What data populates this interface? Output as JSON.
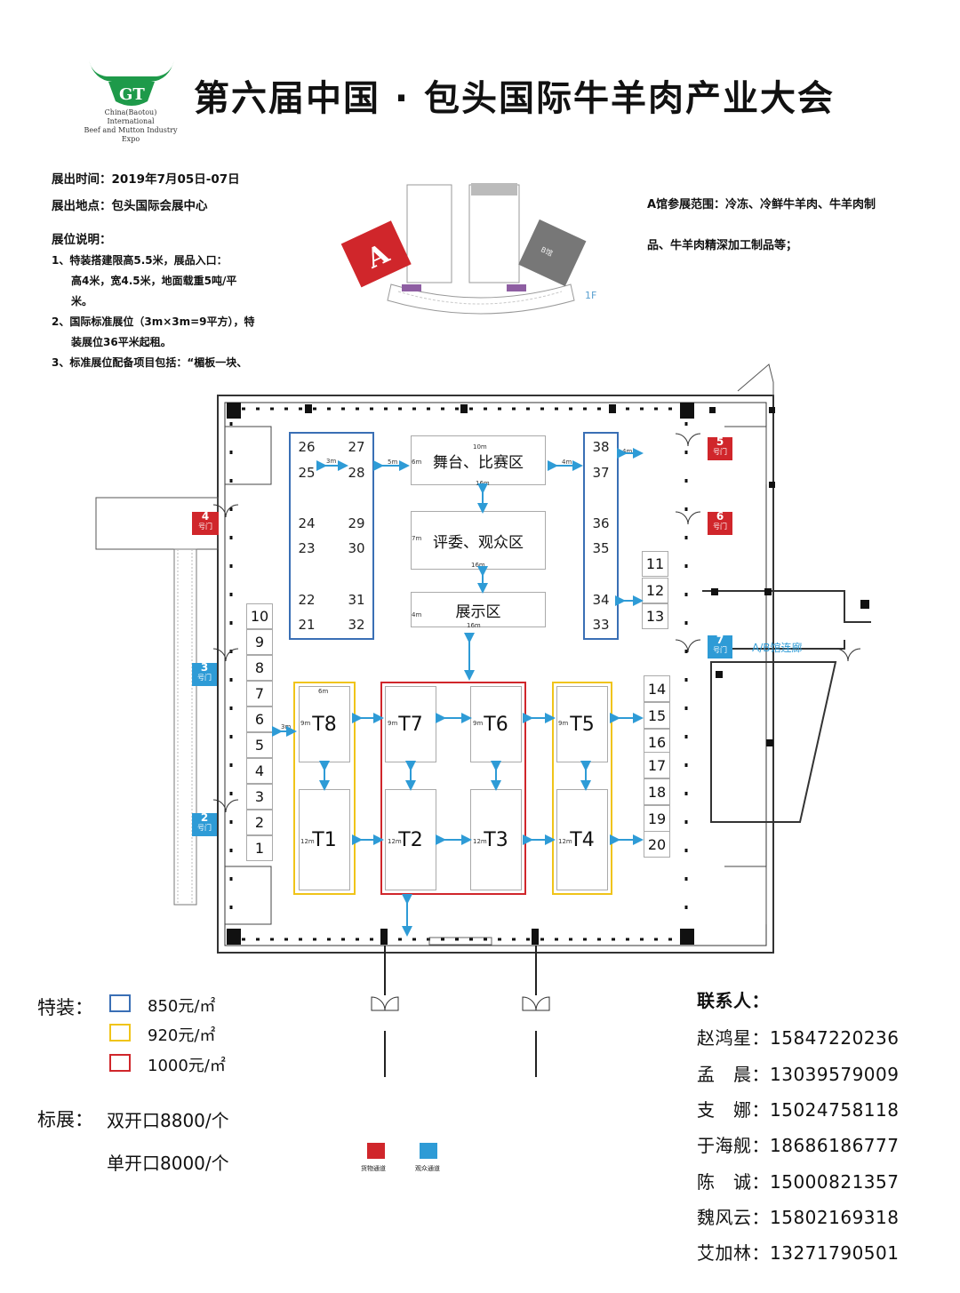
{
  "header": {
    "title": "第六届中国 · 包头国际牛羊肉产业大会",
    "logo_text": [
      "China(Baotou) International",
      "Beef and Mutton Industry",
      "Expo"
    ]
  },
  "info": {
    "time": "展出时间：2019年7月05日-07日",
    "place": "展出地点：包头国际会展中心",
    "booth_title": "展位说明：",
    "notes": [
      "1、特装搭建限高5.5米，展品入口：",
      "高4米，宽4.5米，地面载重5吨/平",
      "米。",
      "2、国际标准展位（3m×3m=9平方），特",
      "装展位36平米起租。",
      "3、标准展位配备项目包括：“楣板一块、"
    ]
  },
  "scope": {
    "line1": "A馆参展范围：冷冻、冷鲜牛羊肉、牛羊肉制",
    "line2": "品、牛羊肉精深加工制品等；"
  },
  "minimap": {
    "hall_label": "A",
    "other_label": "B馆",
    "floor": "1F"
  },
  "floorplan": {
    "blue_left": [
      [
        "26",
        "27"
      ],
      [
        "25",
        "28"
      ],
      [
        "24",
        "29"
      ],
      [
        "23",
        "30"
      ],
      [
        "22",
        "31"
      ],
      [
        "21",
        "32"
      ]
    ],
    "blue_right": [
      "38",
      "37",
      "36",
      "35",
      "34",
      "33"
    ],
    "left_column": [
      "10",
      "9",
      "8",
      "7",
      "6",
      "5",
      "4",
      "3",
      "2",
      "1"
    ],
    "right_column_top": [
      "11",
      "12",
      "13"
    ],
    "right_column_bottom": [
      "14",
      "15",
      "16",
      "17",
      "18",
      "19",
      "20"
    ],
    "zones": {
      "stage": "舞台、比赛区",
      "judges": "评委、观众区",
      "display": "展示区"
    },
    "t_top": [
      "T8",
      "T7",
      "T6",
      "T5"
    ],
    "t_bottom": [
      "T1",
      "T2",
      "T3",
      "T4"
    ],
    "gates": [
      {
        "num": "4",
        "label": "号门"
      },
      {
        "num": "5",
        "label": "号门"
      },
      {
        "num": "6",
        "label": "号门"
      },
      {
        "num": "3",
        "label": "号门"
      },
      {
        "num": "2",
        "label": "号门"
      },
      {
        "num": "7",
        "label": "号门"
      }
    ],
    "corridor": "A/B馆连廊",
    "dims": {
      "d3m": "3m",
      "d4m": "4m",
      "d5m": "5m",
      "d6m": "6m",
      "d7m": "7m",
      "d9m": "9m",
      "d10m": "10m",
      "d12m": "12m",
      "d16m": "16m"
    }
  },
  "legend": {
    "special_label": "特装：",
    "prices": [
      "850元/㎡",
      "920元/㎡",
      "1000元/㎡"
    ],
    "colors": [
      "#3a6fb5",
      "#f0c419",
      "#d0262b"
    ],
    "standard_label": "标展：",
    "double": "双开口8800/个",
    "single": "单开口8000/个",
    "cargo": "货物通道",
    "audience": "观众通道"
  },
  "contacts": {
    "title": "联系人：",
    "people": [
      {
        "name": "赵鸿星：",
        "phone": "15847220236"
      },
      {
        "name": "孟　晨：",
        "phone": "13039579009"
      },
      {
        "name": "支　娜：",
        "phone": "15024758118"
      },
      {
        "name": "于海舰：",
        "phone": "18686186777"
      },
      {
        "name": "陈　诚：",
        "phone": "15000821357"
      },
      {
        "name": "魏风云：",
        "phone": "15802169318"
      },
      {
        "name": "艾加林：",
        "phone": "13271790501"
      }
    ]
  }
}
